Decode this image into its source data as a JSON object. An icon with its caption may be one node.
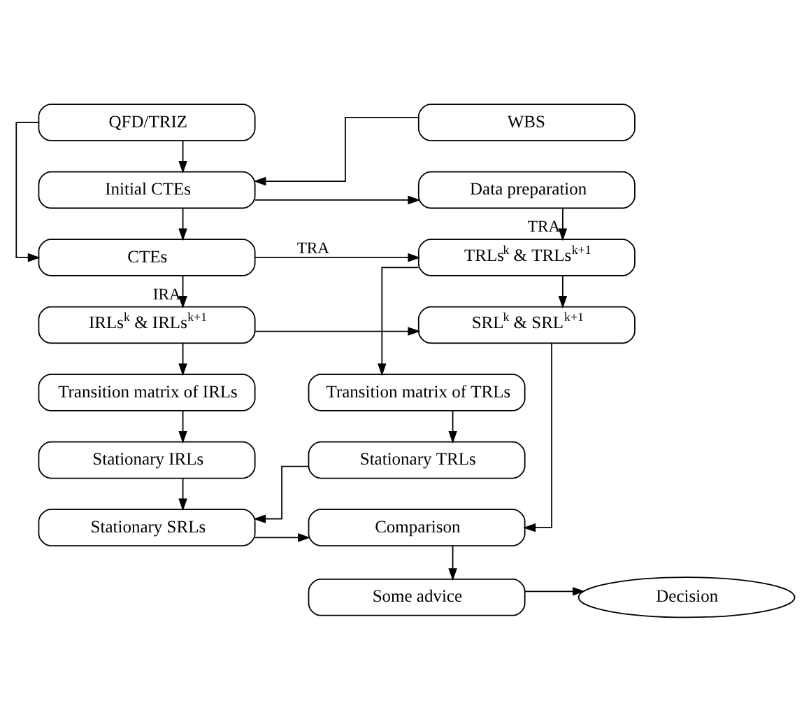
{
  "diagram": {
    "nodes": [
      {
        "text": [
          "QFD/TRIZ"
        ]
      },
      {
        "text": [
          "WBS"
        ]
      },
      {
        "text": [
          "Initial CTEs"
        ]
      },
      {
        "text": [
          "Data preparation"
        ]
      },
      {
        "text": [
          "CTEs"
        ]
      },
      {
        "text": [
          "TRLs$^{k}$ & TRLs$^{k+1}$"
        ]
      },
      {
        "text": [
          "IRLs$^{k}$ & IRLs$^{k+1}$"
        ]
      },
      {
        "text": [
          "SRL$^{k}$ & SRL$^{k+1}$"
        ]
      },
      {
        "text": [
          "Transition matrix of IRLs"
        ]
      },
      {
        "text": [
          "Transition matrix of TRLs"
        ]
      },
      {
        "text": [
          "Stationary IRLs"
        ]
      },
      {
        "text": [
          "Stationary TRLs"
        ]
      },
      {
        "text": [
          "Stationary SRLs"
        ]
      },
      {
        "text": [
          "Comparison"
        ]
      },
      {
        "text": [
          "Some advice"
        ]
      },
      {
        "text": [
          "Decision"
        ]
      }
    ],
    "edges": [
      {
        "from": 0,
        "to": 2,
        "arrow": "to"
      },
      {
        "from": 1,
        "to": 2,
        "arrow": "to"
      },
      {
        "from": 0,
        "to": 4,
        "arrow": "to"
      },
      {
        "from": 2,
        "to": 3,
        "arrow": "to"
      },
      {
        "from": 2,
        "to": 4,
        "arrow": "to"
      },
      {
        "from": 3,
        "to": 5,
        "arrow": "to",
        "label": "TRA"
      },
      {
        "from": 4,
        "to": 5,
        "arrow": "to",
        "label": "TRA"
      },
      {
        "from": 4,
        "to": 6,
        "arrow": "to",
        "label": "IRA"
      },
      {
        "from": 6,
        "to": 7,
        "arrow": "to"
      },
      {
        "from": 5,
        "to": 7,
        "arrow": "to"
      },
      {
        "from": 5,
        "to": 9,
        "arrow": "to"
      },
      {
        "from": 7,
        "to": 13,
        "arrow": "to"
      },
      {
        "from": 6,
        "to": 8,
        "arrow": "to"
      },
      {
        "from": 8,
        "to": 10,
        "arrow": "to"
      },
      {
        "from": 9,
        "to": 11,
        "arrow": "to"
      },
      {
        "from": 10,
        "to": 12,
        "arrow": "to"
      },
      {
        "from": 11,
        "to": 12,
        "arrow": "to"
      },
      {
        "from": 12,
        "to": 13,
        "arrow": "to"
      },
      {
        "from": 13,
        "to": 14,
        "arrow": "to"
      },
      {
        "from": 14,
        "to": 15,
        "arrow": "to"
      }
    ]
  }
}
